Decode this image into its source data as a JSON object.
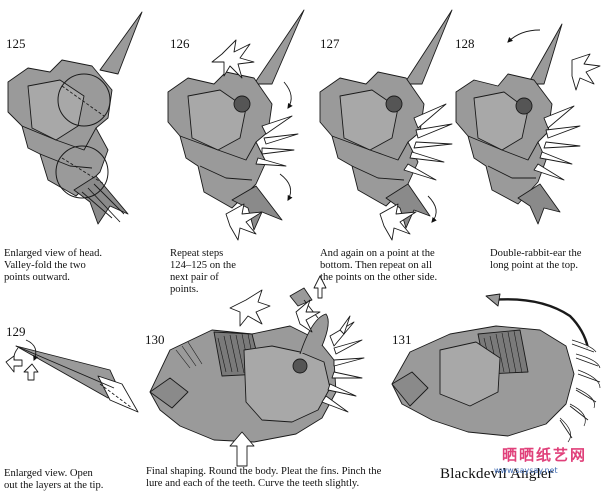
{
  "steps": [
    {
      "number": "125",
      "caption": [
        "Enlarged view of head.",
        "Valley-fold the two",
        "points outward."
      ]
    },
    {
      "number": "126",
      "caption": [
        "Repeat steps",
        "124–125 on the",
        "next pair of",
        "points."
      ]
    },
    {
      "number": "127",
      "caption": [
        "And again on a point at the",
        "bottom. Then repeat on all",
        "the points on the other side."
      ]
    },
    {
      "number": "128",
      "caption": [
        "Double-rabbit-ear the",
        "long point at the top."
      ]
    },
    {
      "number": "129",
      "caption": [
        "Enlarged view. Open",
        "out the layers at the tip."
      ]
    },
    {
      "number": "130",
      "caption": [
        "Final shaping. Round the body. Pleat the fins. Pinch the",
        "lure and each of the teeth. Curve the teeth slightly."
      ]
    },
    {
      "number": "131",
      "caption": []
    }
  ],
  "model_name": "Blackdevil Angler",
  "watermark": {
    "text": "晒晒纸艺网",
    "url": "www.saysay.net"
  },
  "colors": {
    "paper_fill": "#9a9a9a",
    "paper_dark": "#6e6e6e",
    "line": "#1a1a1a",
    "watermark_pink": "#e0407a"
  }
}
